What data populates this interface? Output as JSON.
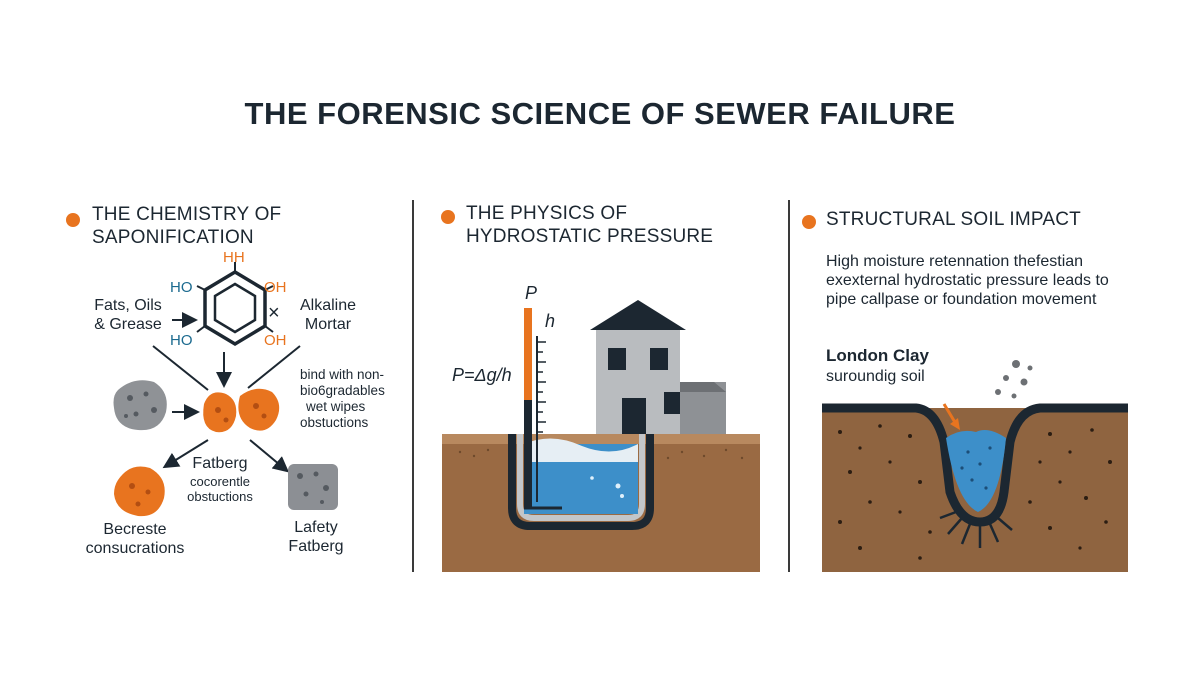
{
  "title": "THE FORENSIC SCIENCE OF SEWER FAILURE",
  "colors": {
    "accent": "#e8741f",
    "dark": "#1c2731",
    "water": "#3d8fc9",
    "soil": "#9a6a43",
    "gray_block": "#8c8f94"
  },
  "panel1": {
    "heading_line1": "THE CHEMISTRY OF",
    "heading_line2": "SAPONIFICATION",
    "molecule_top": "HH",
    "ho_top_left": "HO",
    "ho_bottom_left": "HO",
    "oh_top_right": "OH",
    "oh_bottom_right": "OH",
    "fog_line1": "Fats, Oils",
    "fog_line2": "& Grease",
    "times": "×",
    "alkaline_line1": "Alkaline",
    "alkaline_line2": "Mortar",
    "bind_line1": "bind with non-",
    "bind_line2": "bio6gradables",
    "bind_line3": "wet wipes",
    "bind_line4": "obstuctions",
    "fatberg_label": "Fatberg",
    "fatberg_sub1": "cocorentle",
    "fatberg_sub2": "obstuctions",
    "bottom_left_line1": "Becreste",
    "bottom_left_line2": "consucrations",
    "bottom_right_line1": "Lafety",
    "bottom_right_line2": "Fatberg"
  },
  "panel2": {
    "heading_line1": "THE PHYSICS OF",
    "heading_line2": "HYDROSTATIC PRESSURE",
    "p_label": "P",
    "h_label": "h",
    "formula": "P=Δg/h"
  },
  "panel3": {
    "heading": "STRUCTURAL SOIL IMPACT",
    "desc_line1": "High moisture retennation thefestian",
    "desc_line2": "exexternal hydrostatic pressure leads to",
    "desc_line3": "pipe callpase or foundation movement",
    "clay_label": "London Clay",
    "clay_sub": "suroundig soil"
  }
}
